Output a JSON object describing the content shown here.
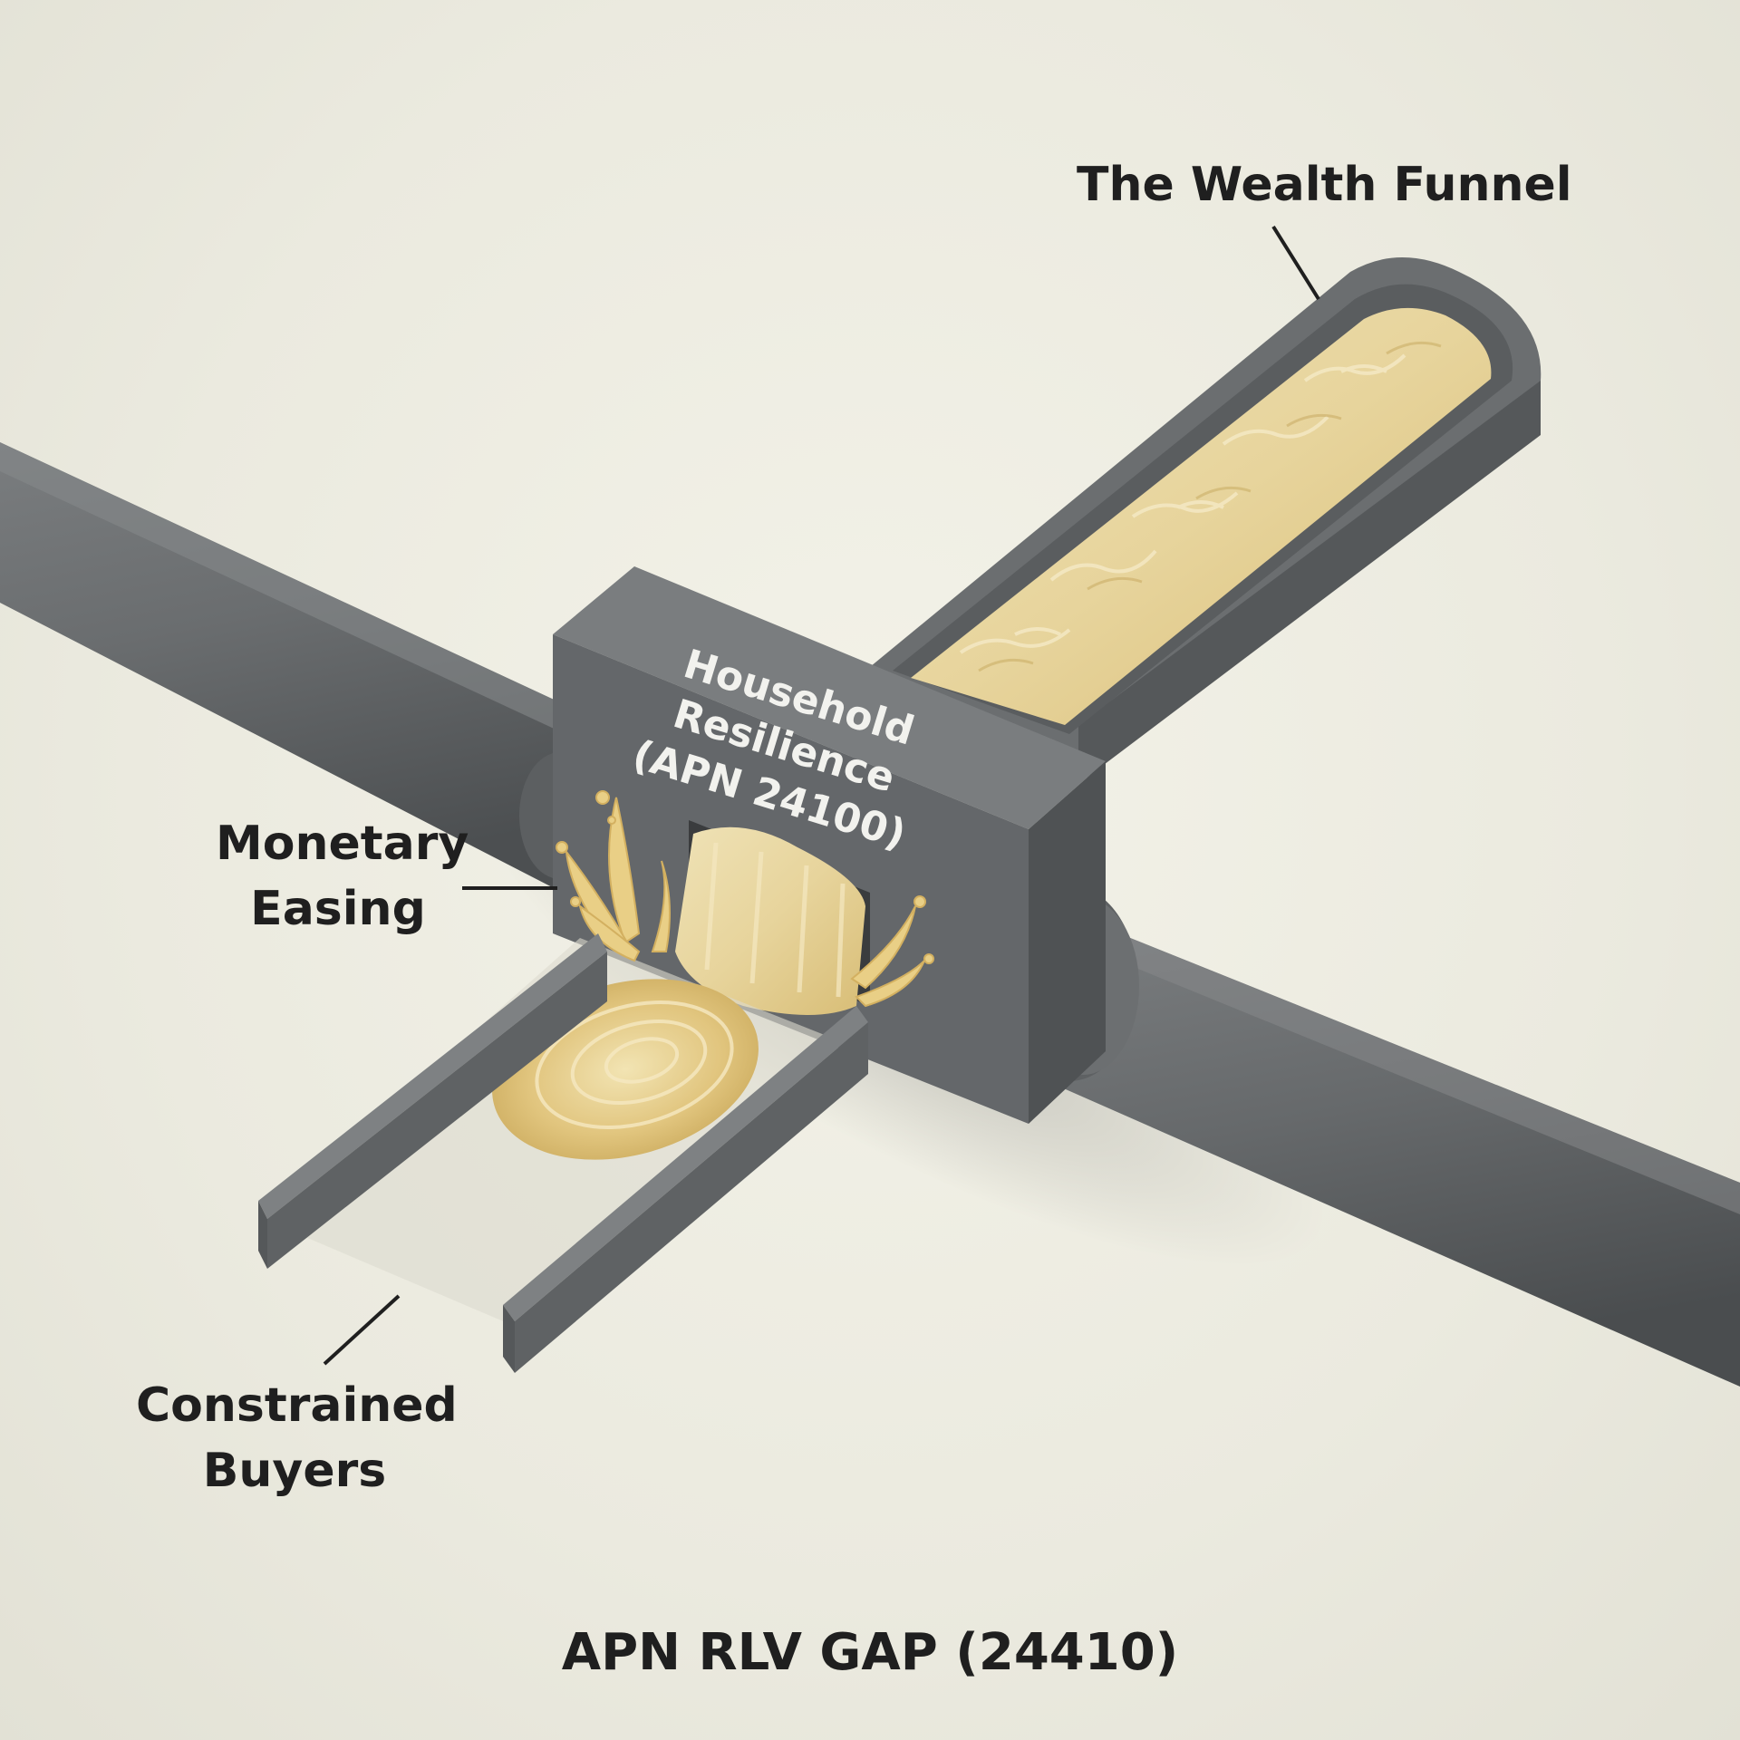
{
  "labels": {
    "funnel": "The Wealth Funnel",
    "box_line1": "Household Resilience",
    "box_line2": "(APN 24100)",
    "easing_line1": "Monetary",
    "easing_line2": "Easing",
    "buyers_line1": "Constrained",
    "buyers_line2": "Buyers",
    "footer": "APN RLV GAP (24410)"
  },
  "colors": {
    "background": "#ecebe0",
    "pipe": "#6d7072",
    "pipe_dark": "#505355",
    "liquid": "#e6d29a",
    "text": "#1f1f1f",
    "box_text": "#f2f2ee"
  }
}
